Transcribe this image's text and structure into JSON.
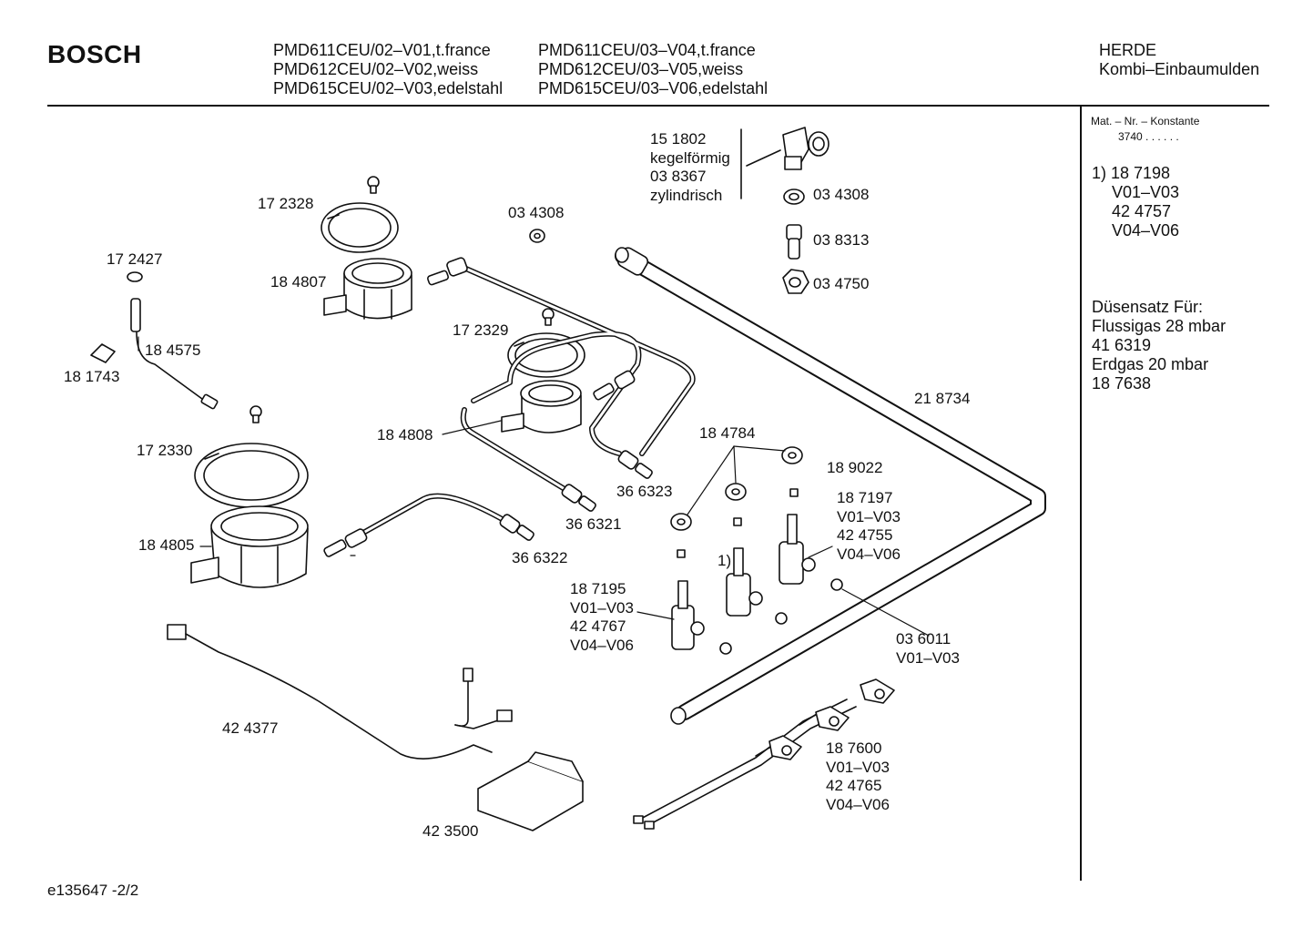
{
  "header": {
    "brand": "BOSCH",
    "models_col1": [
      "PMD611CEU/02–V01,t.france",
      "PMD612CEU/02–V02,weiss",
      "PMD615CEU/02–V03,edelstahl"
    ],
    "models_col2": [
      "PMD611CEU/03–V04,t.france",
      "PMD612CEU/03–V05,weiss",
      "PMD615CEU/03–V06,edelstahl"
    ],
    "category": [
      "HERDE",
      "Kombi–Einbaumulden"
    ]
  },
  "sidebar": {
    "mat_label": "Mat. – Nr. – Konstante",
    "mat_value": "3740  .  .  .  .  .  .",
    "note": [
      "1) 18 7198",
      "V01–V03",
      "42 4757",
      "V04–V06"
    ],
    "duesen": [
      "Düsensatz Für:",
      "Flussigas 28 mbar",
      "41 6319",
      "Erdgas 20 mbar",
      "18 7638"
    ]
  },
  "labels": {
    "l151802": [
      "15 1802",
      "kegelförmig",
      "03 8367",
      "zylindrisch"
    ],
    "l034308a": "03 4308",
    "l038313": "03 8313",
    "l034750": "03 4750",
    "l172328": "17 2328",
    "l034308b": "03 4308",
    "l172427": "17 2427",
    "l184807": "18 4807",
    "l184575": "18 4575",
    "l181743": "18 1743",
    "l172329": "17 2329",
    "l184808": "18 4808",
    "l218734": "21 8734",
    "l172330": "17 2330",
    "l184784": "18 4784",
    "l189022": "18 9022",
    "l187197": [
      "18 7197",
      "V01–V03",
      "42 4755",
      "V04–V06"
    ],
    "l366323": "36 6323",
    "l366321": "36 6321",
    "l184805": "18 4805",
    "l366322": "36 6322",
    "l1": "1)",
    "l187195": [
      "18 7195",
      "V01–V03",
      "42 4767",
      "V04–V06"
    ],
    "l036011": [
      "03 6011",
      "V01–V03"
    ],
    "l424377": "42 4377",
    "l187600": [
      "18 7600",
      "V01–V03",
      "42 4765",
      "V04–V06"
    ],
    "l423500": "42 3500"
  },
  "footer": "e135647   -2/2"
}
